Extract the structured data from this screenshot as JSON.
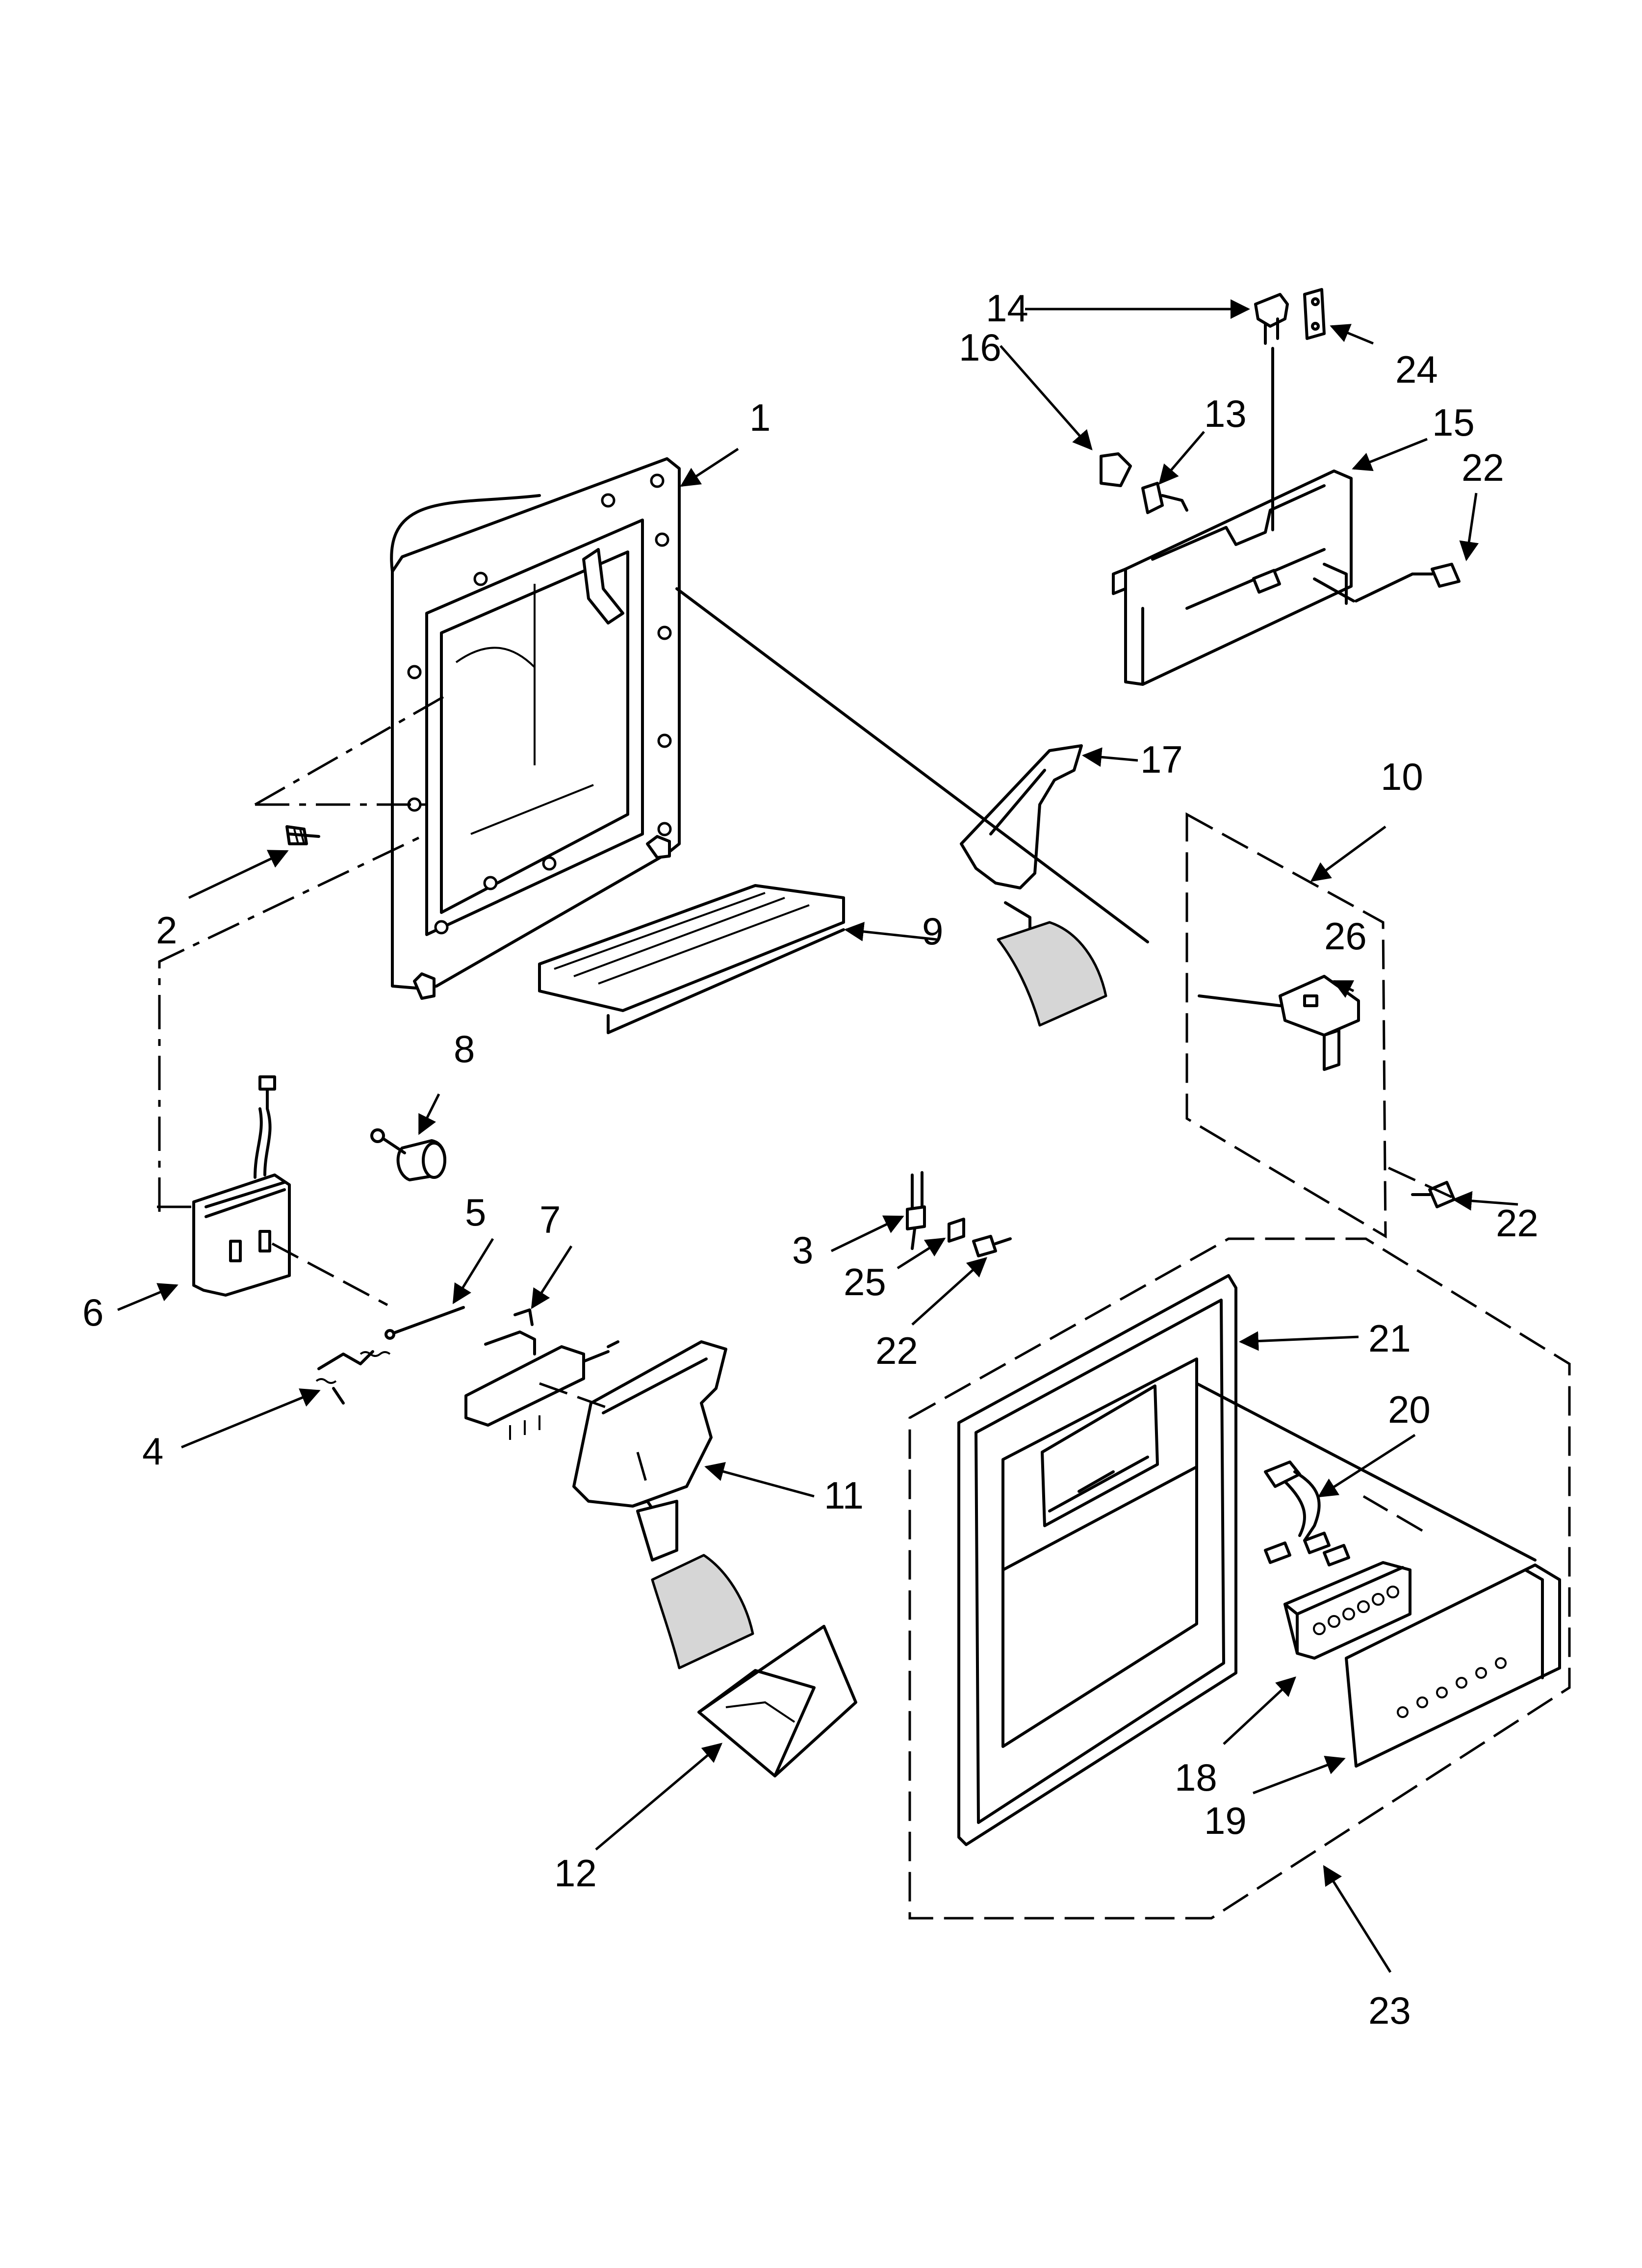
{
  "callouts": {
    "c1": "1",
    "c2": "2",
    "c3": "3",
    "c4": "4",
    "c5": "5",
    "c6": "6",
    "c7": "7",
    "c8": "8",
    "c9": "9",
    "c10": "10",
    "c11": "11",
    "c12": "12",
    "c13": "13",
    "c14": "14",
    "c15": "15",
    "c16": "16",
    "c17": "17",
    "c18": "18",
    "c19": "19",
    "c20": "20",
    "c21": "21",
    "c22a": "22",
    "c22b": "22",
    "c22c": "22",
    "c23": "23",
    "c24": "24",
    "c25": "25",
    "c26": "26"
  }
}
